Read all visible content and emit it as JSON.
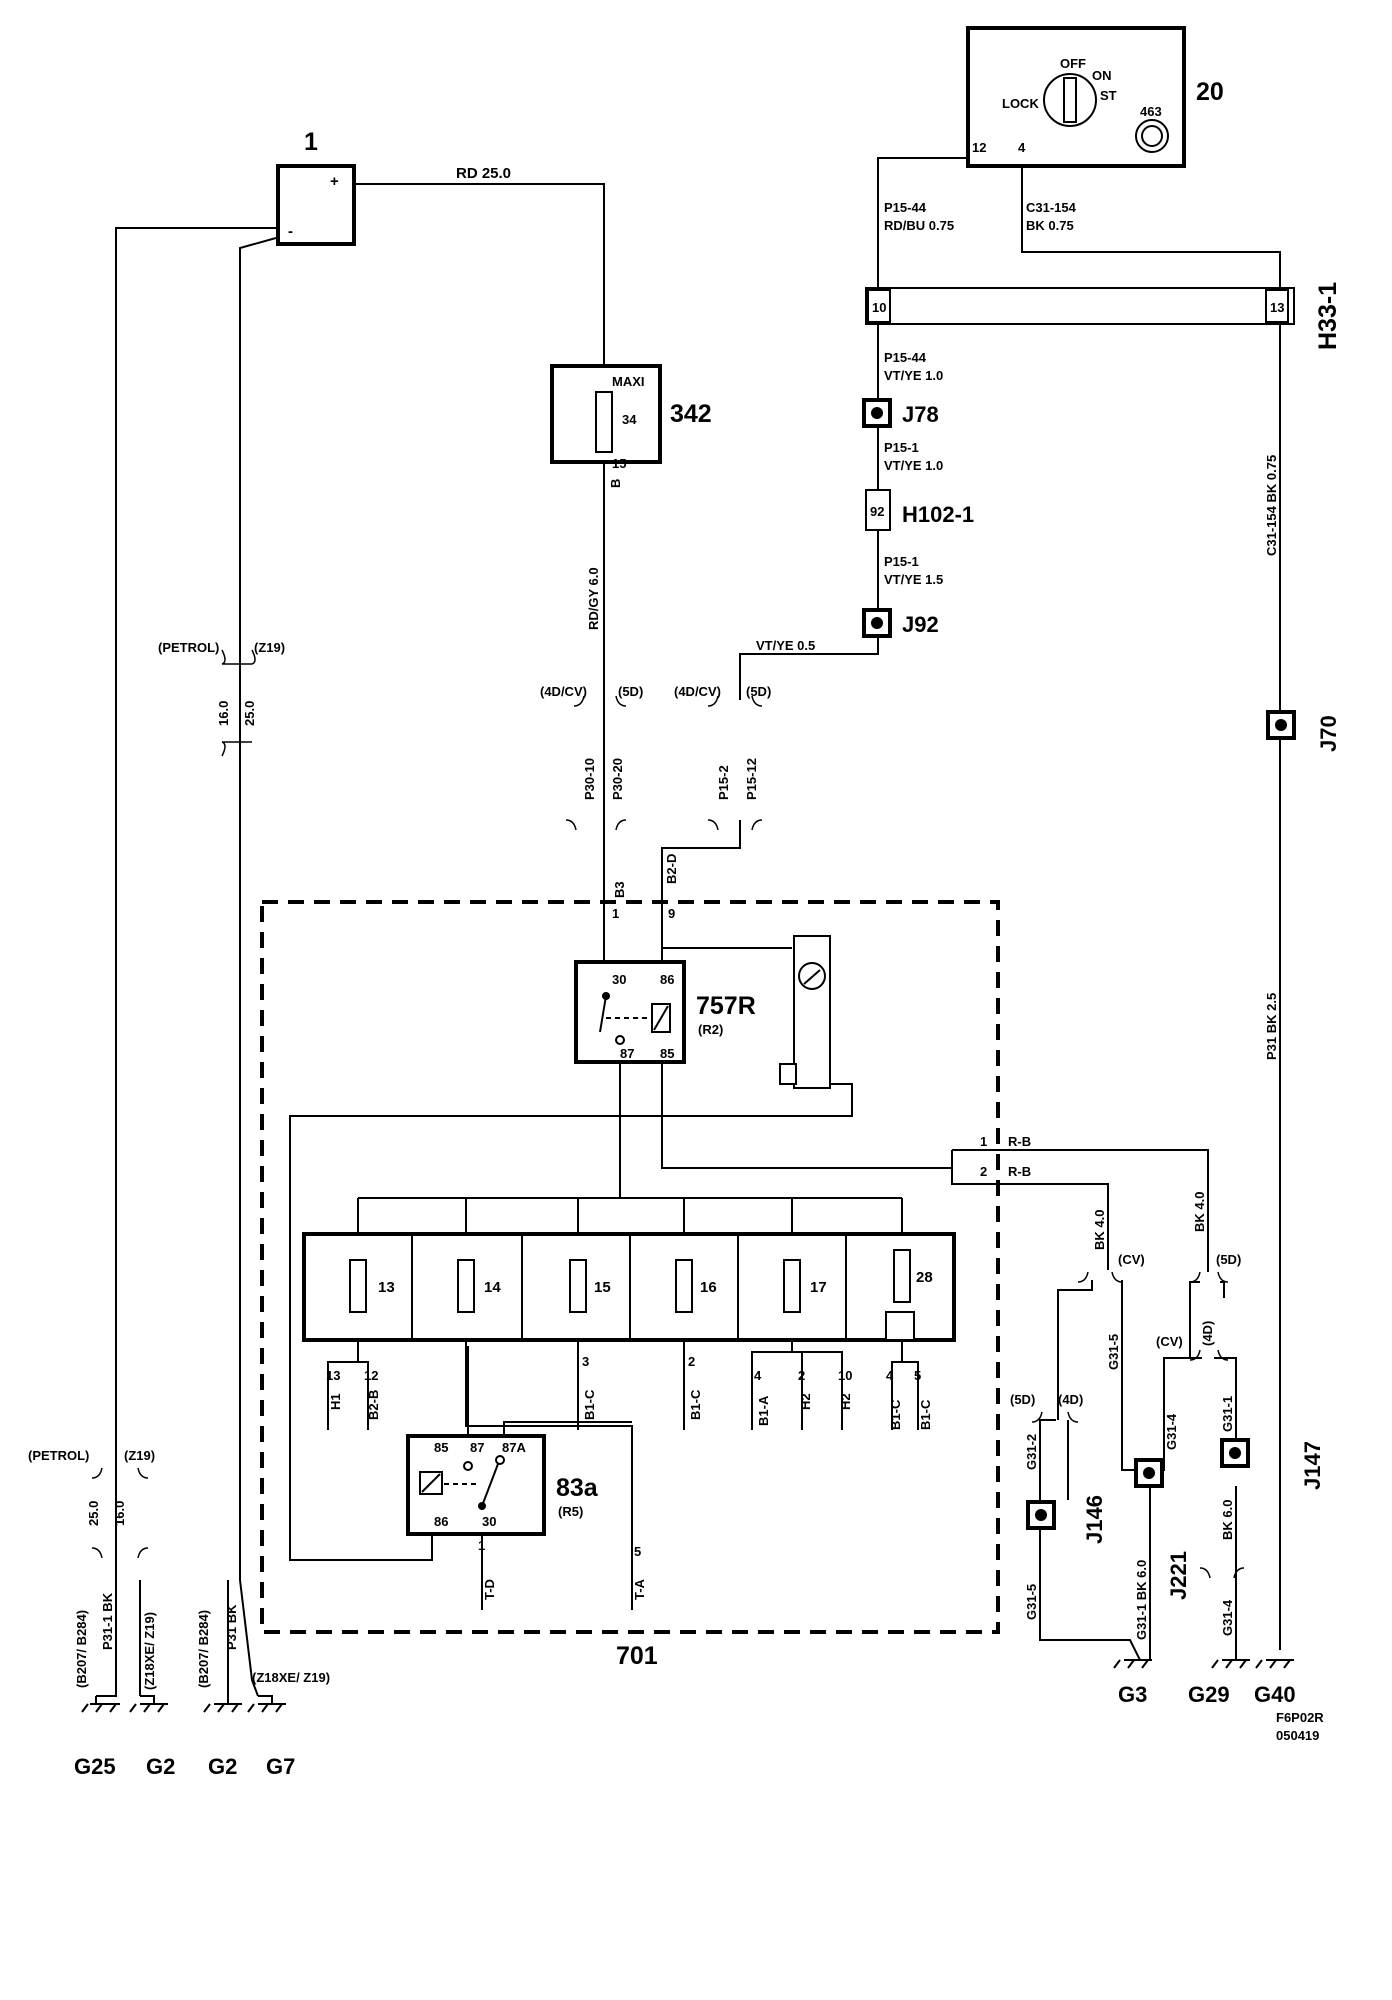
{
  "components": {
    "battery": {
      "id": "1",
      "plus": "+",
      "minus": "-"
    },
    "ignition_switch": {
      "id": "20",
      "lock": "LOCK",
      "off": "OFF",
      "on": "ON",
      "st": "ST",
      "sub": "463",
      "pin12": "12",
      "pin4": "4"
    },
    "maxi_fuse": {
      "id": "342",
      "type": "MAXI",
      "rating": "34",
      "pin": "15",
      "pin_b": "B"
    },
    "connector_h33": {
      "id": "H33-1",
      "pin10": "10",
      "pin13": "13"
    },
    "connector_h102": {
      "id": "H102-1",
      "pin": "92"
    },
    "relay_757r": {
      "id": "757R",
      "ref": "(R2)",
      "p30": "30",
      "p86": "86",
      "p87": "87",
      "p85": "85"
    },
    "relay_83a": {
      "id": "83a",
      "ref": "(R5)",
      "p85": "85",
      "p87": "87",
      "p87a": "87A",
      "p86": "86",
      "p30": "30"
    },
    "fuse_box": {
      "id": "701",
      "fuses": [
        "13",
        "14",
        "15",
        "16",
        "17",
        "28"
      ]
    }
  },
  "junctions": {
    "j78": "J78",
    "j92": "J92",
    "j70": "J70",
    "j146": "J146",
    "j221": "J221",
    "j147": "J147"
  },
  "grounds": {
    "g25": "G25",
    "g2a": "G2",
    "g2b": "G2",
    "g7": "G7",
    "g3": "G3",
    "g29": "G29",
    "g40": "G40"
  },
  "wires": {
    "rd25": "RD  25.0",
    "p1544_a": "P15-44",
    "rdbu075": "RD/BU 0.75",
    "c31154": "C31-154",
    "bk075": "BK 0.75",
    "p1544_b": "P15-44",
    "vtye10a": "VT/YE  1.0",
    "p151_a": "P15-1",
    "vtye10b": "VT/YE  1.0",
    "p151_b": "P15-1",
    "vtye15": "VT/YE  1.5",
    "vtye05": "VT/YE   0.5",
    "rdgy60": "RD/GY  6.0",
    "c31154_v": "C31-154  BK  0.75",
    "p31bk25": "P31  BK  2.5",
    "p3010": "P30-10",
    "p3020": "P30-20",
    "p152": "P15-2",
    "p1512": "P15-12",
    "b3": "B3",
    "b2d": "B2-D",
    "pin1": "1",
    "pin9": "9",
    "rb1": "R-B",
    "rb2": "R-B",
    "rb1n": "1",
    "rb2n": "2",
    "bk40a": "BK  4.0",
    "bk40b": "BK  4.0",
    "g315": "G31-5",
    "g314": "G31-4",
    "g311": "G31-1",
    "g312": "G31-2",
    "g315b": "G31-5",
    "g311bk": "G31-1  BK  6.0",
    "bk60": "BK  6.0",
    "g314b": "G31-4",
    "val160a": "16.0",
    "val250a": "25.0",
    "val250b": "25.0",
    "val160b": "16.0",
    "p311bk": "P31-1  BK",
    "p31bk": "P31  BK",
    "b207a": "(B207/ B284)",
    "b207b": "(B207/ B284)",
    "z18a": "(Z18XE/ Z19)",
    "z18b": "(Z18XE/ Z19)"
  },
  "variants": {
    "petrol_a": "(PETROL)",
    "z19_a": "(Z19)",
    "petrol_b": "(PETROL)",
    "z19_b": "(Z19)",
    "d4cv_a": "(4D/CV)",
    "d5_a": "(5D)",
    "d4cv_b": "(4D/CV)",
    "d5_b": "(5D)",
    "cv_a": "(CV)",
    "d5_c": "(5D)",
    "cv_b": "(CV)",
    "d4_a": "(4D)",
    "d5_d": "(5D)",
    "d4_b": "(4D)"
  },
  "fuse_outputs": {
    "h1": "H1",
    "b2b": "B2-B",
    "n13": "13",
    "n12": "12",
    "b1c_a": "B1-C",
    "n3": "3",
    "b1c_b": "B1-C",
    "n2": "2",
    "b1a": "B1-A",
    "h2a": "H2",
    "h2b": "H2",
    "n4a": "4",
    "n2b": "2",
    "n10": "10",
    "b1c_c": "B1-C",
    "b1c_d": "B1-C",
    "n4b": "4",
    "n5a": "5",
    "td": "T-D",
    "ta": "T-A",
    "n1": "1",
    "n5b": "5"
  },
  "footer": {
    "code": "F6P02R",
    "date": "050419"
  }
}
